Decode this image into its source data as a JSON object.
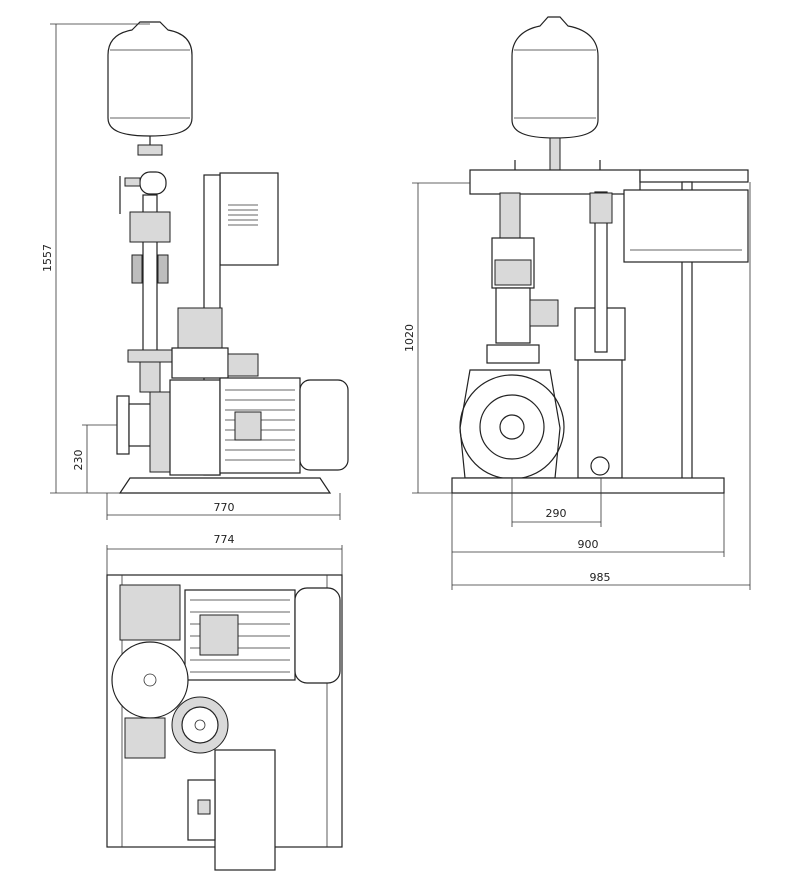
{
  "dimensions": {
    "height_total": "1557",
    "inlet_height": "230",
    "side_length": "770",
    "top_length": "774",
    "manifold_height": "1020",
    "pump_spacing": "290",
    "base_width": "900",
    "overall_width": "985"
  }
}
